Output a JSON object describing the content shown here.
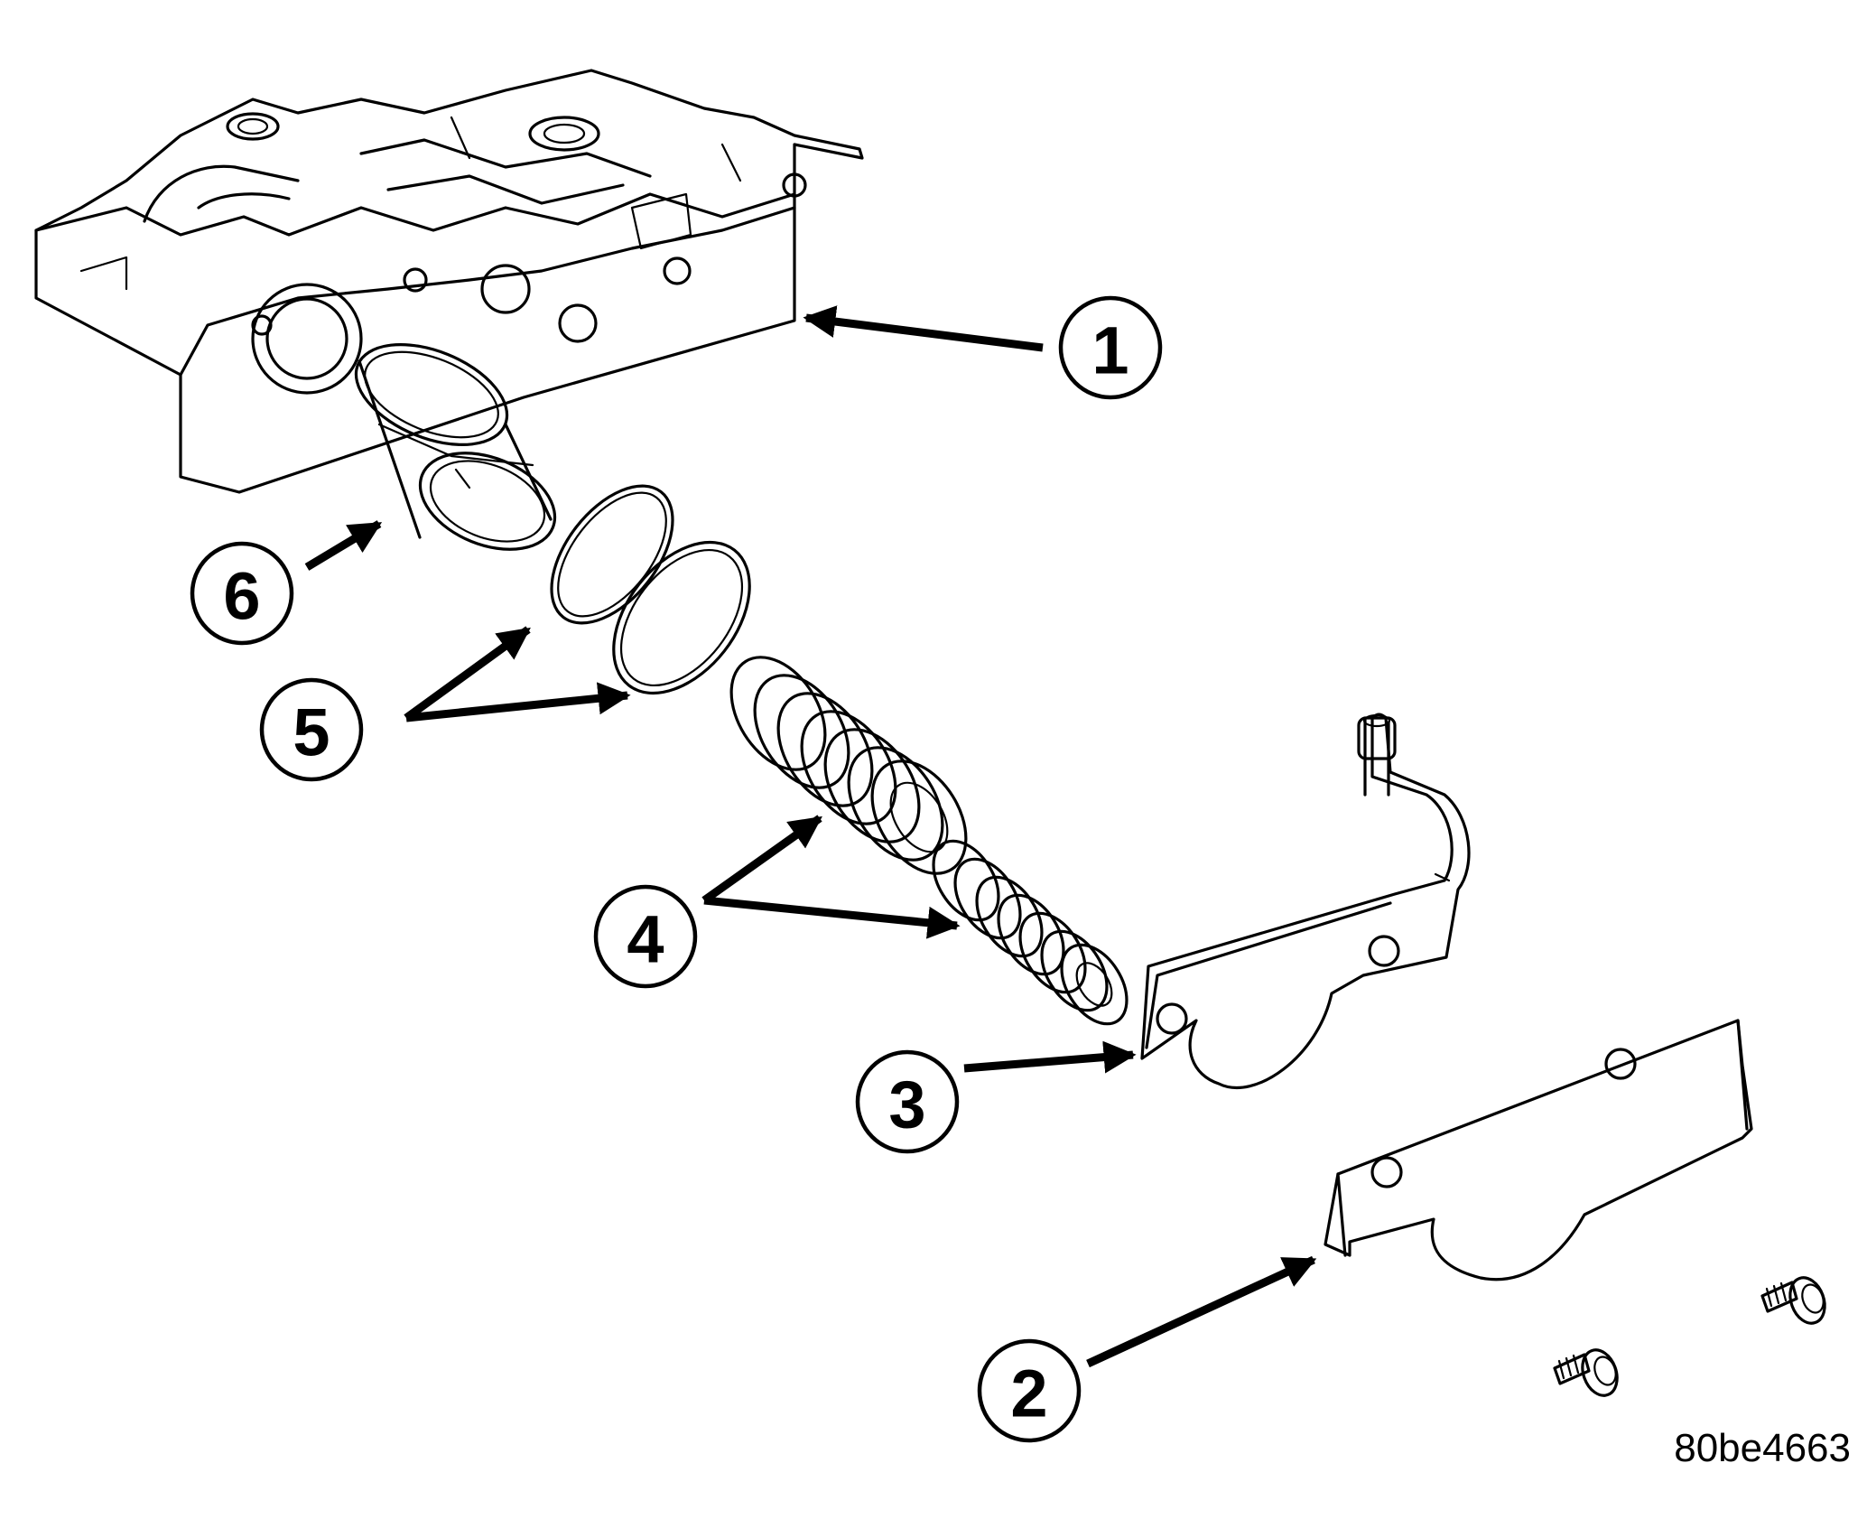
{
  "figure_id": "80be4663",
  "callouts": [
    {
      "number": "1",
      "part": "valve-body"
    },
    {
      "number": "2",
      "part": "retainer-plate"
    },
    {
      "number": "3",
      "part": "bracket-plate"
    },
    {
      "number": "4",
      "part": "springs"
    },
    {
      "number": "5",
      "part": "seal-rings"
    },
    {
      "number": "6",
      "part": "accumulator-piston"
    }
  ]
}
